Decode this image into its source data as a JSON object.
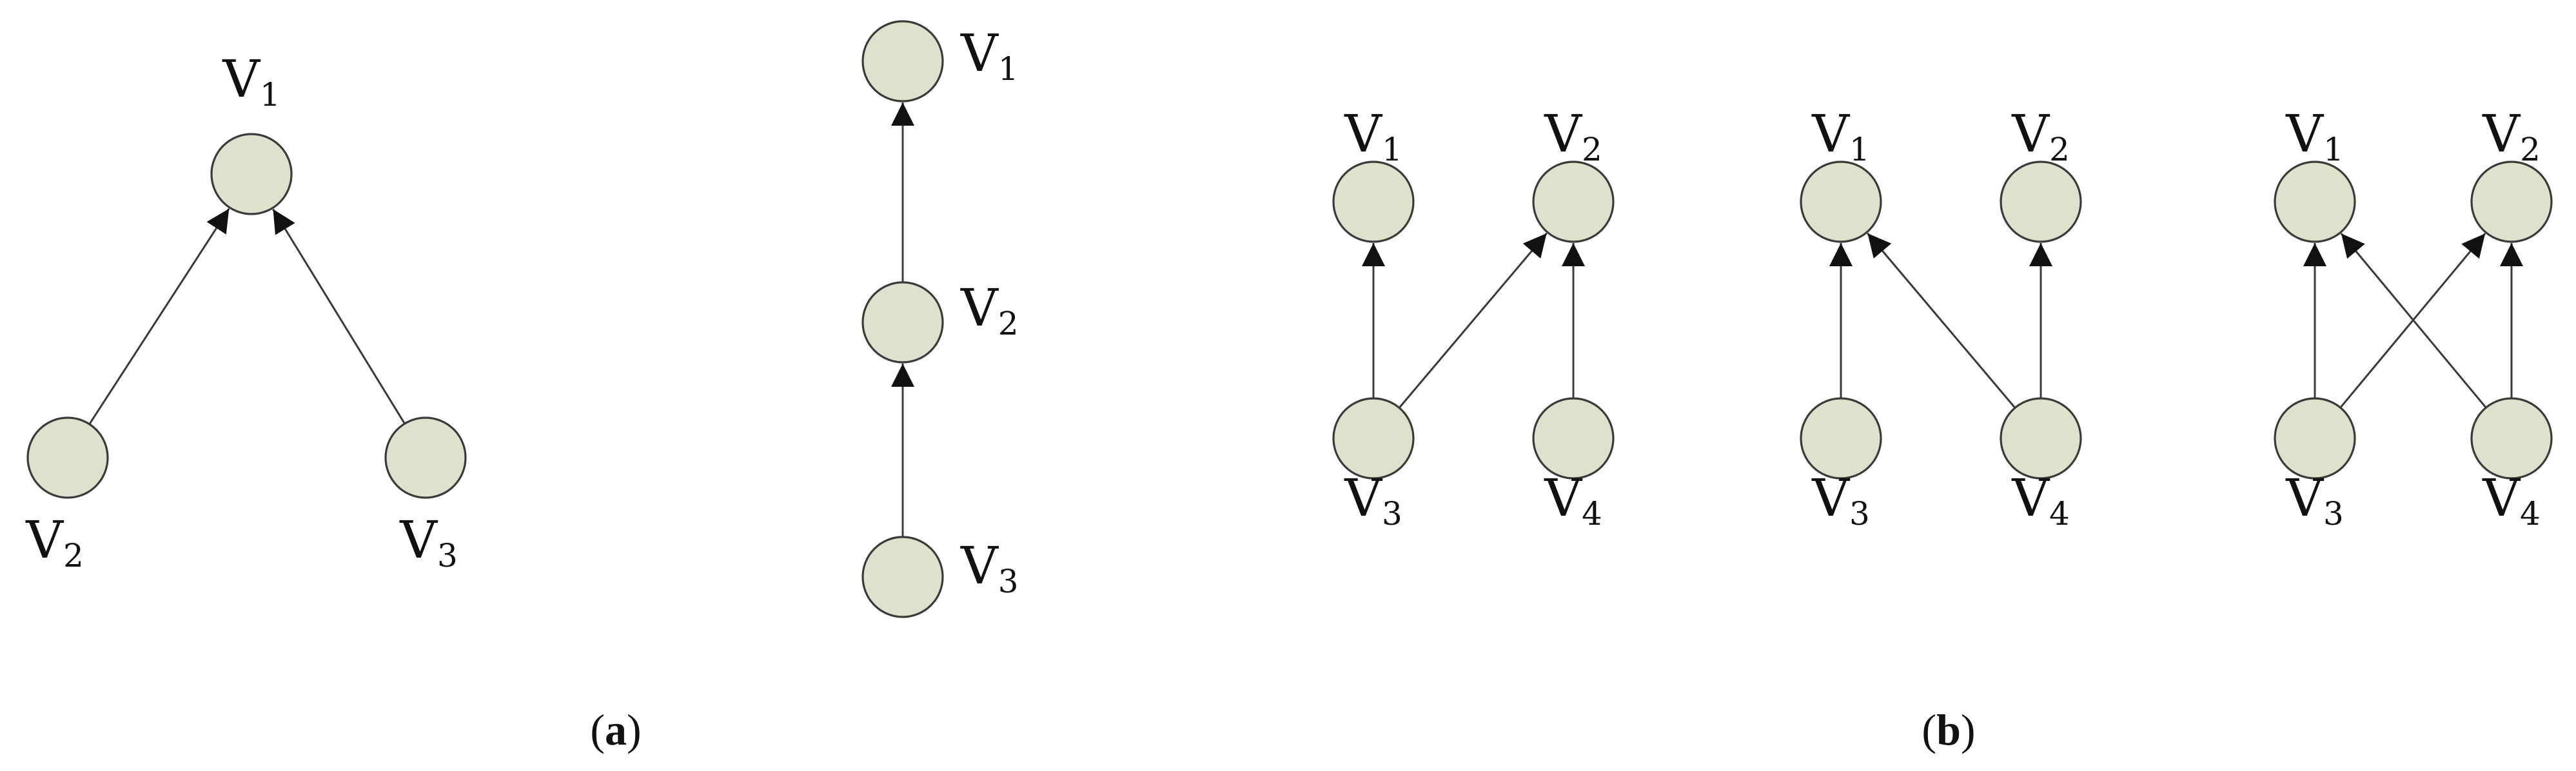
{
  "graphs": [
    {
      "id": "a-v-structure",
      "nodes": [
        {
          "id": "v1",
          "letter": "V",
          "sub": "1"
        },
        {
          "id": "v2",
          "letter": "V",
          "sub": "2"
        },
        {
          "id": "v3",
          "letter": "V",
          "sub": "3"
        }
      ],
      "edges": [
        {
          "from": "v2",
          "to": "v1"
        },
        {
          "from": "v3",
          "to": "v1"
        }
      ]
    },
    {
      "id": "a-chain",
      "nodes": [
        {
          "id": "v1",
          "letter": "V",
          "sub": "1"
        },
        {
          "id": "v2",
          "letter": "V",
          "sub": "2"
        },
        {
          "id": "v3",
          "letter": "V",
          "sub": "3"
        }
      ],
      "edges": [
        {
          "from": "v3",
          "to": "v2"
        },
        {
          "from": "v2",
          "to": "v1"
        }
      ]
    },
    {
      "id": "b-graph-1",
      "nodes": [
        {
          "id": "v1",
          "letter": "V",
          "sub": "1"
        },
        {
          "id": "v2",
          "letter": "V",
          "sub": "2"
        },
        {
          "id": "v3",
          "letter": "V",
          "sub": "3"
        },
        {
          "id": "v4",
          "letter": "V",
          "sub": "4"
        }
      ],
      "edges": [
        {
          "from": "v3",
          "to": "v1"
        },
        {
          "from": "v3",
          "to": "v2"
        },
        {
          "from": "v4",
          "to": "v2"
        }
      ]
    },
    {
      "id": "b-graph-2",
      "nodes": [
        {
          "id": "v1",
          "letter": "V",
          "sub": "1"
        },
        {
          "id": "v2",
          "letter": "V",
          "sub": "2"
        },
        {
          "id": "v3",
          "letter": "V",
          "sub": "3"
        },
        {
          "id": "v4",
          "letter": "V",
          "sub": "4"
        }
      ],
      "edges": [
        {
          "from": "v3",
          "to": "v1"
        },
        {
          "from": "v4",
          "to": "v1"
        },
        {
          "from": "v4",
          "to": "v2"
        }
      ]
    },
    {
      "id": "b-graph-3",
      "nodes": [
        {
          "id": "v1",
          "letter": "V",
          "sub": "1"
        },
        {
          "id": "v2",
          "letter": "V",
          "sub": "2"
        },
        {
          "id": "v3",
          "letter": "V",
          "sub": "3"
        },
        {
          "id": "v4",
          "letter": "V",
          "sub": "4"
        }
      ],
      "edges": [
        {
          "from": "v3",
          "to": "v1"
        },
        {
          "from": "v3",
          "to": "v2"
        },
        {
          "from": "v4",
          "to": "v1"
        },
        {
          "from": "v4",
          "to": "v2"
        }
      ]
    }
  ],
  "captions": [
    {
      "id": "a",
      "open": "(",
      "letter": "a",
      "close": ")"
    },
    {
      "id": "b",
      "open": "(",
      "letter": "b",
      "close": ")"
    }
  ],
  "colors": {
    "node_fill": "#dde2cc",
    "stroke": "#3a3a3a",
    "text": "#111111"
  }
}
